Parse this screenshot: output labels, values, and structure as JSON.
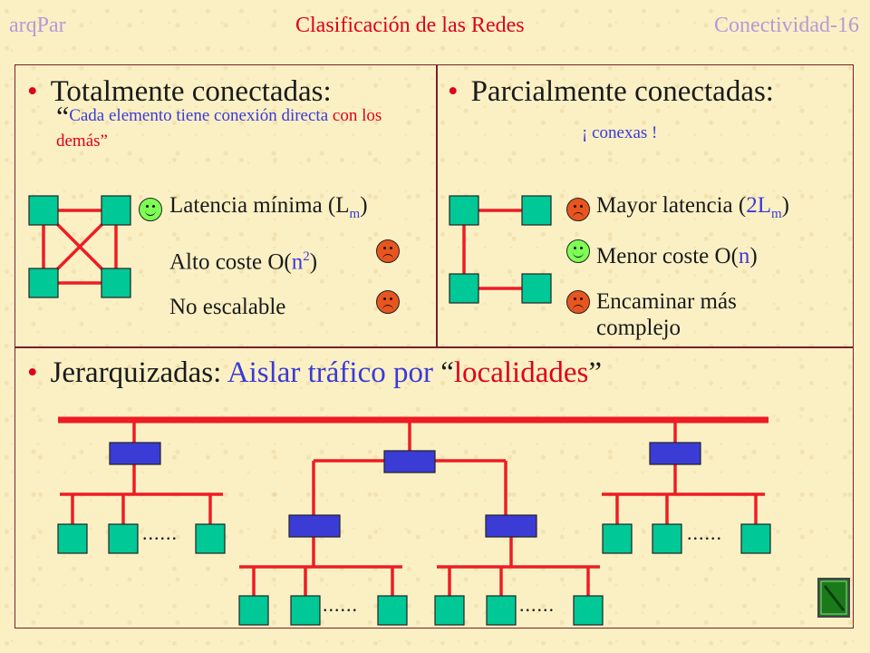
{
  "header": {
    "left": "arqPar",
    "title": "Clasificación de las Redes",
    "right": "Conectividad-16"
  },
  "panels": {
    "total": {
      "title": "Totalmente conectadas:",
      "desc_quote_open": "“",
      "desc_a": "Cada elemento tiene conexión directa",
      "desc_b": " con los demás”",
      "props": {
        "p1_pre": "Latencia mínima (L",
        "p1_sub": "m",
        "p1_post": ")",
        "p2_pre": "Alto coste O(",
        "p2_n": "n",
        "p2_sup": "2",
        "p2_post": ")",
        "p3": "No escalable"
      }
    },
    "partial": {
      "title": "Parcialmente conectadas:",
      "note": "¡ conexas !",
      "props": {
        "p1_pre": "Mayor latencia (",
        "p1_blue": "2L",
        "p1_sub": "m",
        "p1_post": ")",
        "p2_pre": "Menor coste O(",
        "p2_n": "n",
        "p2_post": ")",
        "p3_l1": "Encaminar más",
        "p3_l2": "complejo"
      }
    },
    "hier": {
      "title_a": "Jerarquizadas: ",
      "title_b": "Aislar tráfico por ",
      "title_c": "“",
      "title_d": "localidades",
      "title_e": "”",
      "ellipsis": "......"
    }
  },
  "colors": {
    "node": "#00c896",
    "switch": "#3b3bd6",
    "link": "#ee1c24",
    "happy": "#7dff55",
    "sad": "#e8551e",
    "accent": "#e0001a"
  },
  "icons": {
    "smile": "smiley-face-icon",
    "frown": "frowning-face-icon",
    "nav": "next-slide-icon"
  }
}
